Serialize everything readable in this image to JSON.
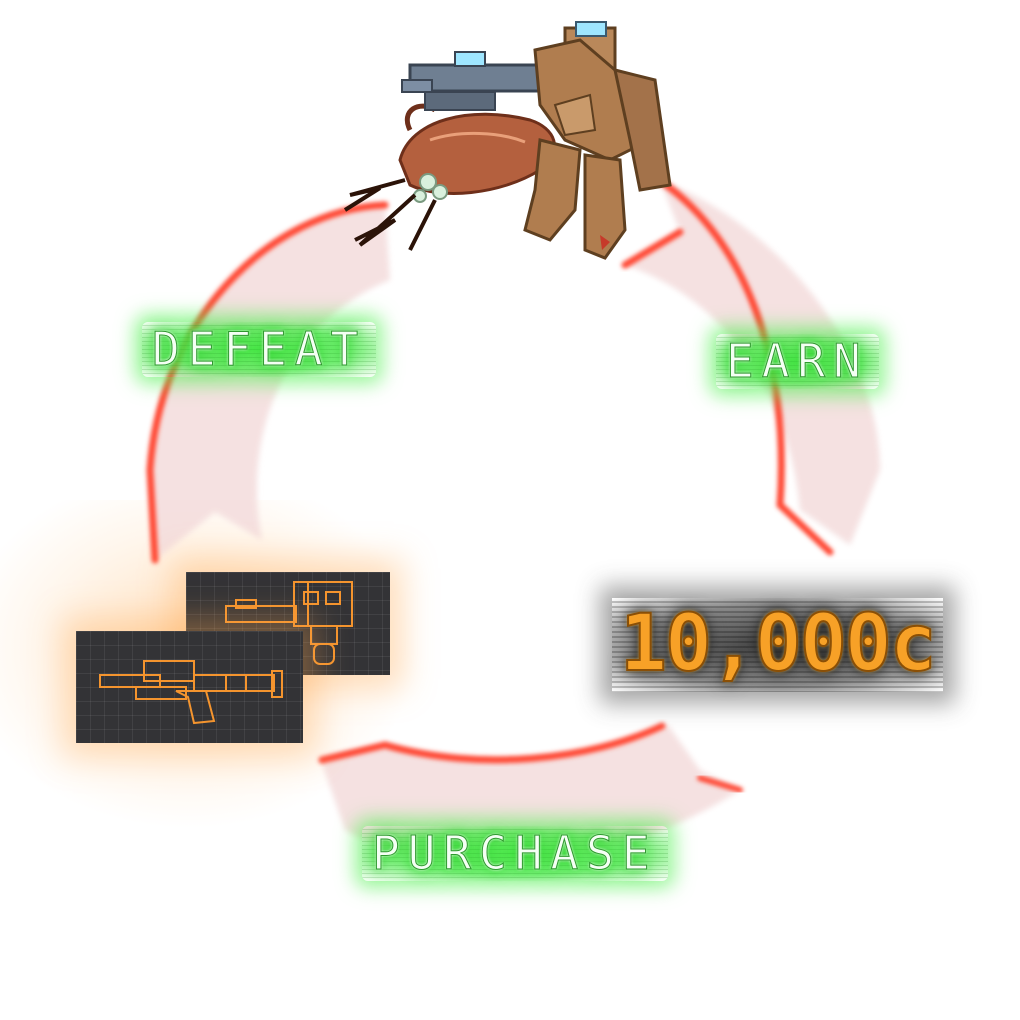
{
  "cycle": {
    "defeat_label": "DEFEAT",
    "earn_label": "EARN",
    "purchase_label": "PURCHASE"
  },
  "currency": {
    "amount": "10,000c"
  },
  "colors": {
    "arrow_fill": "#f4dede",
    "arrow_edge": "#ff4a35",
    "label_glow": "#45e045",
    "label_text": "#f4fff4",
    "currency_text": "#f7a127",
    "blueprint_bg": "#333336",
    "blueprint_line": "#ff9a2e"
  },
  "icons": {
    "figure": "mech-soldier-fighting-alien-icon",
    "card_back": "turret-blueprint-icon",
    "card_front": "rifle-blueprint-icon"
  }
}
